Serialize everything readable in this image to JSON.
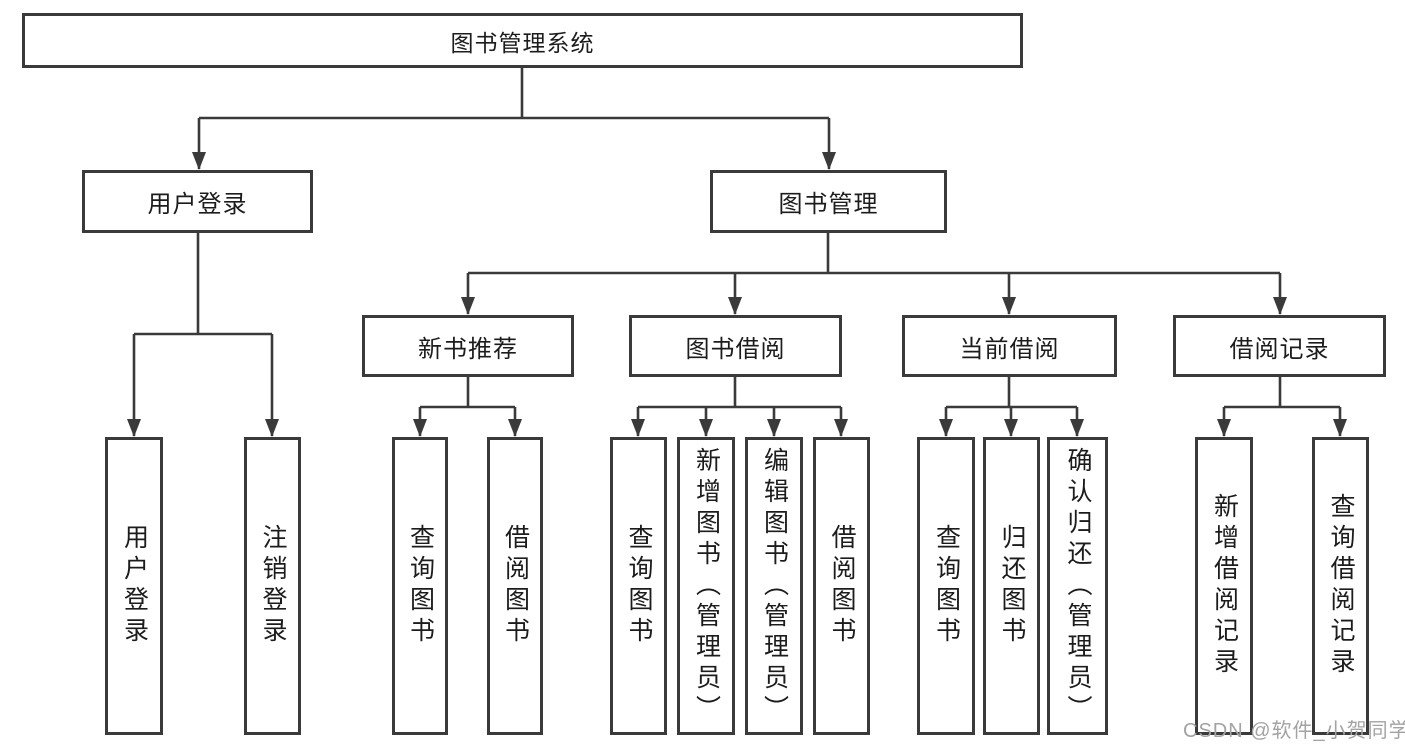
{
  "tree": {
    "root": {
      "label": "图书管理系统"
    },
    "branches": [
      {
        "label": "用户登录",
        "children": [
          {
            "label": "用户登录"
          },
          {
            "label": "注销登录"
          }
        ]
      },
      {
        "label": "图书管理",
        "children": [
          {
            "label": "新书推荐",
            "children": [
              {
                "label": "查询图书"
              },
              {
                "label": "借阅图书"
              }
            ]
          },
          {
            "label": "图书借阅",
            "children": [
              {
                "label": "查询图书"
              },
              {
                "label": "新增图书（管理员）"
              },
              {
                "label": "编辑图书（管理员）"
              },
              {
                "label": "借阅图书"
              }
            ]
          },
          {
            "label": "当前借阅",
            "children": [
              {
                "label": "查询图书"
              },
              {
                "label": "归还图书"
              },
              {
                "label": "确认归还（管理员）"
              }
            ]
          },
          {
            "label": "借阅记录",
            "children": [
              {
                "label": "新增借阅记录"
              },
              {
                "label": "查询借阅记录"
              }
            ]
          }
        ]
      }
    ]
  },
  "watermark": {
    "text": "CSDN @软件_小贺同学"
  },
  "colors": {
    "line": "#3a3a3a",
    "text": "#1c1c1c",
    "watermark": "#a3a3a3",
    "background": "#ffffff"
  }
}
